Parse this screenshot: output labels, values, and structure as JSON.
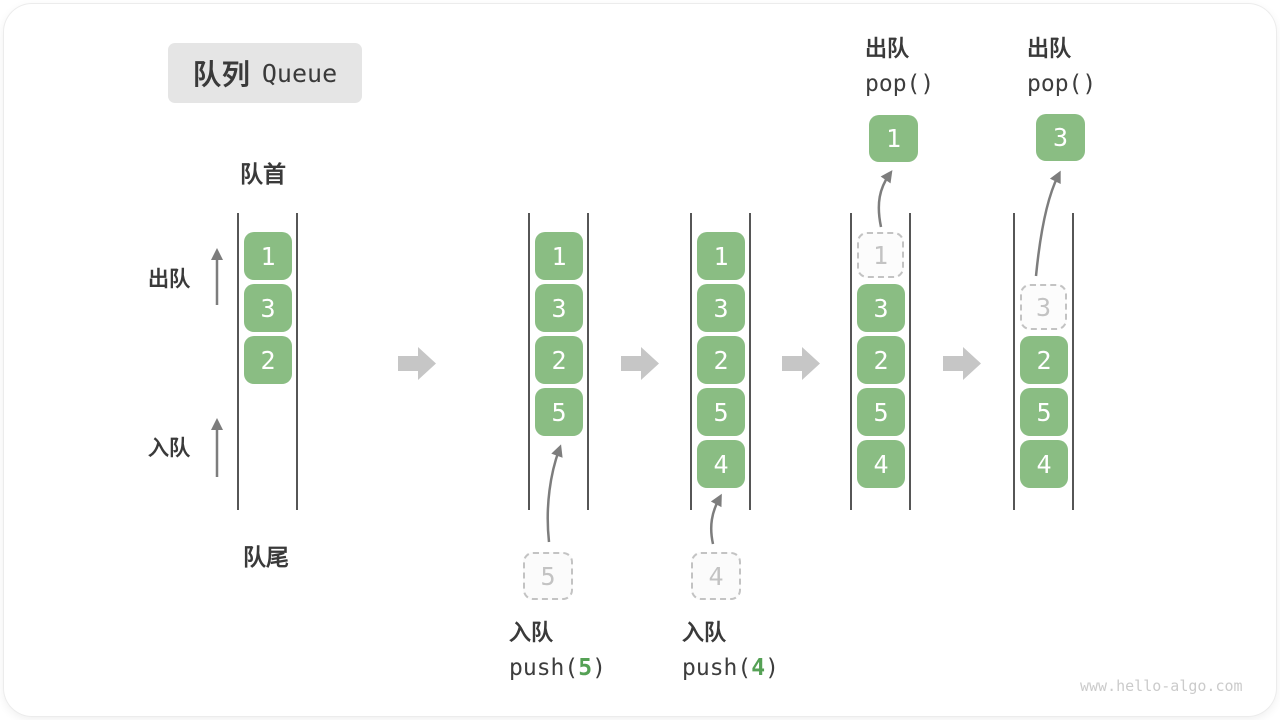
{
  "title": {
    "zh": "队列",
    "en": "Queue"
  },
  "labels": {
    "front": "队首",
    "rear": "队尾",
    "dequeue": "出队",
    "enqueue": "入队"
  },
  "colors": {
    "box_green": "#8abd83",
    "accent_green": "#55a155",
    "block_arrow_gray": "#c6c6c6",
    "thin_arrow_gray": "#7d7d7d",
    "title_box_bg": "#e5e5e5"
  },
  "states": [
    {
      "name": "initial",
      "cells": [
        "1",
        "3",
        "2"
      ]
    },
    {
      "name": "after-push-5",
      "cells": [
        "1",
        "3",
        "2",
        "5"
      ],
      "incoming_value": "5",
      "op": {
        "label": "入队",
        "fn": "push(",
        "arg": "5",
        "close": ")"
      }
    },
    {
      "name": "after-push-4",
      "cells": [
        "1",
        "3",
        "2",
        "5",
        "4"
      ],
      "incoming_value": "4",
      "op": {
        "label": "入队",
        "fn": "push(",
        "arg": "4",
        "close": ")"
      }
    },
    {
      "name": "after-pop-1",
      "removed": "1",
      "cells": [
        "3",
        "2",
        "5",
        "4"
      ],
      "popped": "1",
      "op": {
        "label": "出队",
        "code": "pop()"
      }
    },
    {
      "name": "after-pop-3",
      "removed": "3",
      "cells": [
        "2",
        "5",
        "4"
      ],
      "popped": "3",
      "op": {
        "label": "出队",
        "code": "pop()"
      }
    }
  ],
  "watermark": "www.hello-algo.com"
}
